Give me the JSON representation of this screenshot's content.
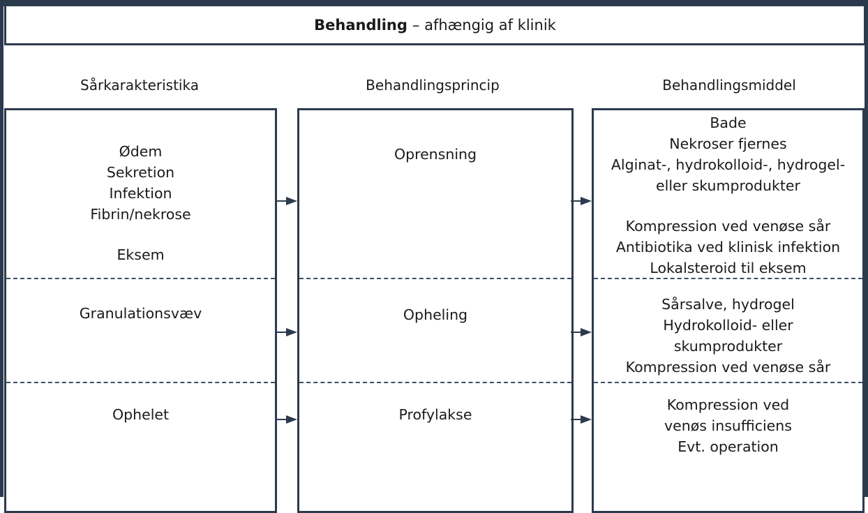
{
  "title": {
    "bold": "Behandling",
    "rest": "– afhængig af klinik"
  },
  "columns": {
    "col1": "Sårkarakteristika",
    "col2": "Behandlingsprincip",
    "col3": "Behandlingsmiddel"
  },
  "rows": [
    {
      "characteristics": [
        "Ødem",
        "Sekretion",
        "Infektion",
        "Fibrin/nekrose",
        "Eksem"
      ],
      "principle": "Oprensning",
      "means_a": [
        "Bade",
        "Nekroser fjernes",
        "Alginat-, hydrokolloid-, hydrogel-",
        "eller skumprodukter"
      ],
      "means_b": [
        "Kompression ved venøse sår",
        "Antibiotika ved klinisk infektion",
        "Lokalsteroid til eksem"
      ]
    },
    {
      "characteristics": [
        "Granulationsvæv"
      ],
      "principle": "Opheling",
      "means": [
        "Sårsalve, hydrogel",
        "Hydrokolloid- eller",
        "skumprodukter",
        "Kompression ved venøse sår"
      ]
    },
    {
      "characteristics": [
        "Ophelet"
      ],
      "principle": "Profylakse",
      "means": [
        "Kompression ved",
        "venøs insufficiens",
        "Evt. operation"
      ]
    }
  ],
  "colors": {
    "border": "#2c3a4e",
    "arrow": "#2c3a4e",
    "divider": "#3d4d63"
  }
}
